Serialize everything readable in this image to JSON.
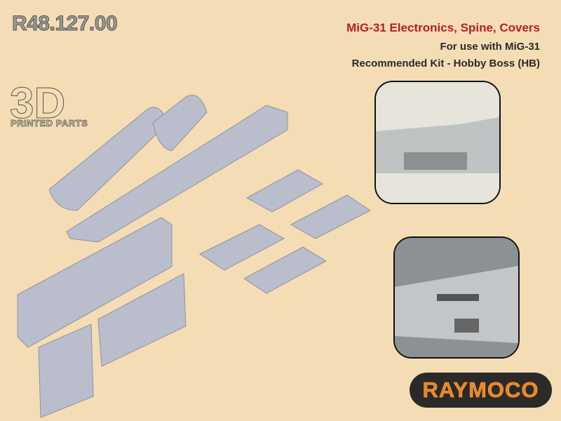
{
  "product_code": "R48.127.00",
  "title": "MiG-31 Electronics, Spine, Covers",
  "subtitle1": "For use with MiG-31",
  "subtitle2": "Recommended Kit - Hobby Boss (HB)",
  "badge": {
    "big": "3D",
    "small": "PRINTED PARTS"
  },
  "brand": "RAYMOCO",
  "colors": {
    "background": "#f4ddb4",
    "title": "#b51e24",
    "brand_text": "#ee8420",
    "parts": "#b9bdcc"
  }
}
